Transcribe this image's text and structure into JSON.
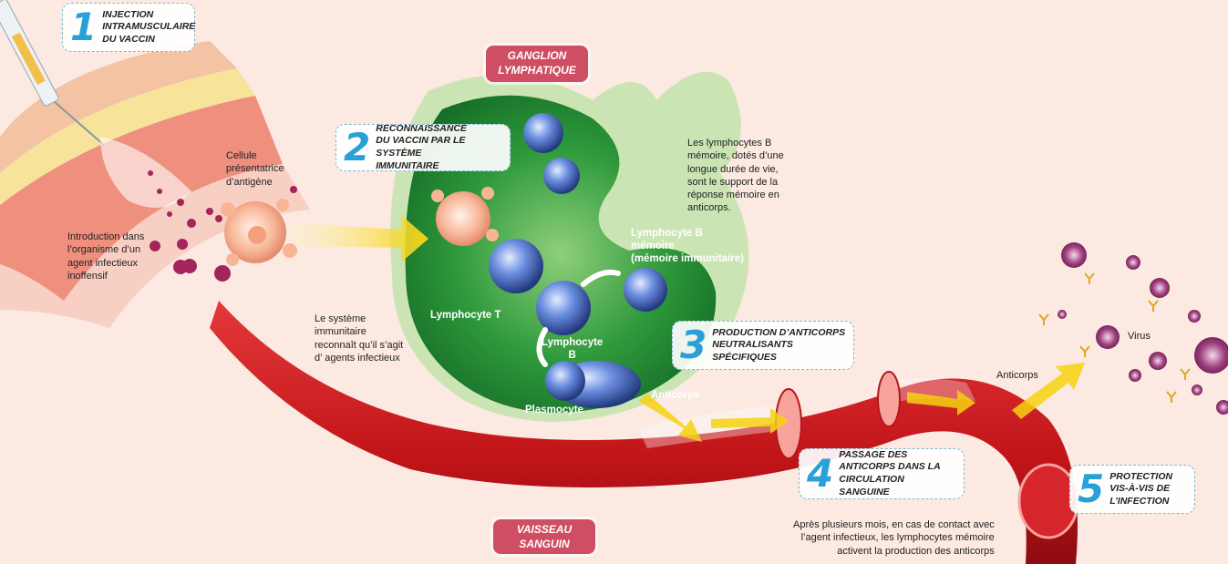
{
  "tags": {
    "ganglion": "GANGLION\nLYMPHATIQUE",
    "vaisseau": "VAISSEAU\nSANGUIN"
  },
  "steps": [
    {
      "num": "1",
      "text": "INJECTION\nINTRAMUSCULAIRE\nDU VACCIN"
    },
    {
      "num": "2",
      "text": "RECONNAISSANCE\nDU VACCIN PAR LE SYSTÈME\nIMMUNITAIRE"
    },
    {
      "num": "3",
      "text": "PRODUCTION D’ANTICORPS\nNEUTRALISANTS\nSPÉCIFIQUES"
    },
    {
      "num": "4",
      "text": "PASSAGE DES\nANTICORPS DANS LA\nCIRCULATION SANGUINE"
    },
    {
      "num": "5",
      "text": "PROTECTION\nVIS-À-VIS DE\nL’INFECTION"
    }
  ],
  "notes": {
    "introduction": "Introduction dans\nl’organisme d’un\nagent infectieux\ninoffensif",
    "cellule": "Cellule\nprésentatrice\nd’antigène",
    "systeme": "Le système\nimmunitaire\nreconnaît qu’il s’agit\nd’ agents infectieux",
    "memoire": "Les lymphocytes B\nmémoire, dotés d’une\nlongue durée de vie,\nsont le support de la\nréponse mémoire en\nanticorps.",
    "anticorps": "Anticorps",
    "virus": "Virus",
    "apres": "Après plusieurs mois, en cas de contact avec\nl’agent infectieux, les lymphocytes mémoire\nactivent la production des anticorps"
  },
  "cell_labels": {
    "lymphocyte_b_memoire": "Lymphocyte B\nmémoire\n(mémoire immunitaire)",
    "lymphocyte_t": "Lymphocyte T",
    "lymphocyte_b": "Lymphocyte\nB",
    "plasmocyte": "Plasmocyte",
    "anticorps": "Anticorps"
  },
  "colors": {
    "step_number": "#2aa0d8",
    "tag_bg": "#cf4e63",
    "ganglion_green": "#2f8a3a",
    "vessel_red": "#c8161d",
    "lymphocyte_blue": "#4a6fc7"
  }
}
